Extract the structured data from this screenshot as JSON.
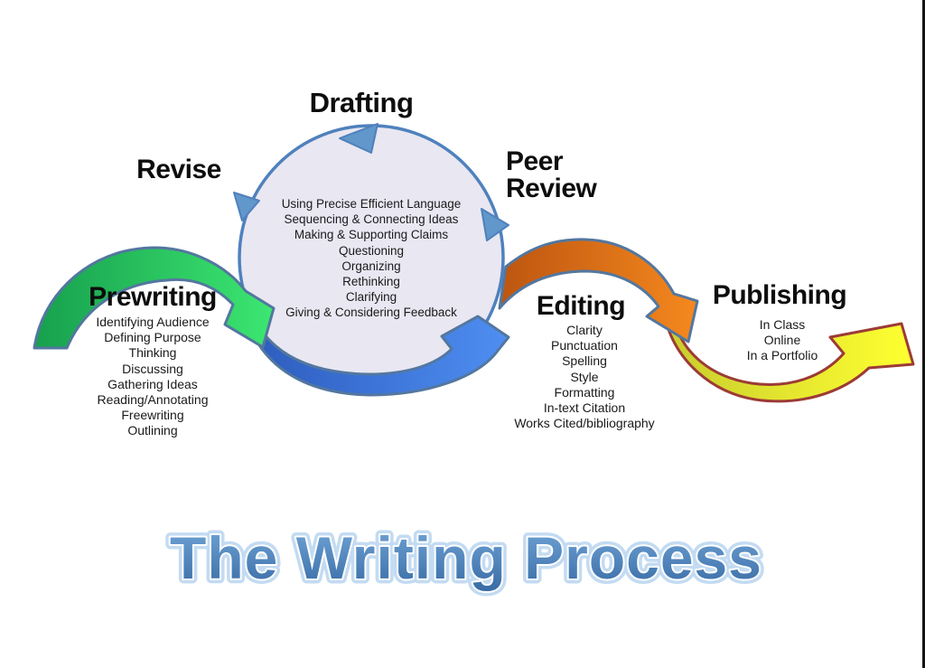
{
  "title": "The Writing Process",
  "cycle": {
    "top_label": "Drafting",
    "left_label": "Revise",
    "right_label": "Peer Review",
    "items": [
      "Using Precise Efficient Language",
      "Sequencing & Connecting Ideas",
      "Making & Supporting Claims",
      "Questioning",
      "Organizing",
      "Rethinking",
      "Clarifying",
      "Giving & Considering Feedback"
    ]
  },
  "stages": {
    "prewriting": {
      "label": "Prewriting",
      "items": [
        "Identifying Audience",
        "Defining Purpose",
        "Thinking",
        "Discussing",
        "Gathering Ideas",
        "Reading/Annotating",
        "Freewriting",
        "Outlining"
      ]
    },
    "editing": {
      "label": "Editing",
      "items": [
        "Clarity",
        "Punctuation",
        "Spelling",
        "Style",
        "Formatting",
        "In-text Citation",
        "Works Cited/bibliography"
      ]
    },
    "publishing": {
      "label": "Publishing",
      "items": [
        "In Class",
        "Online",
        "In a Portfolio"
      ]
    }
  },
  "colors": {
    "green_start": "#17a04e",
    "green_end": "#3ce671",
    "blue_start": "#2d5cbe",
    "blue_end": "#4f8ff2",
    "orange_start": "#bb5410",
    "orange_end": "#f6891e",
    "yellow_start": "#c9cc2e",
    "yellow_end": "#feff30",
    "circle_fill": "#e9e7f2",
    "circle_border": "#4f81bd",
    "triangle_fill": "#6197ca",
    "cool_outline": "#53779f",
    "yellow_outline": "#9c3b36",
    "title_top": "#73a7d9",
    "title_bottom": "#3a6da6",
    "title_halo": "#c3dbf2",
    "text": "#1a1a1a",
    "edge_bar": "#141414"
  }
}
